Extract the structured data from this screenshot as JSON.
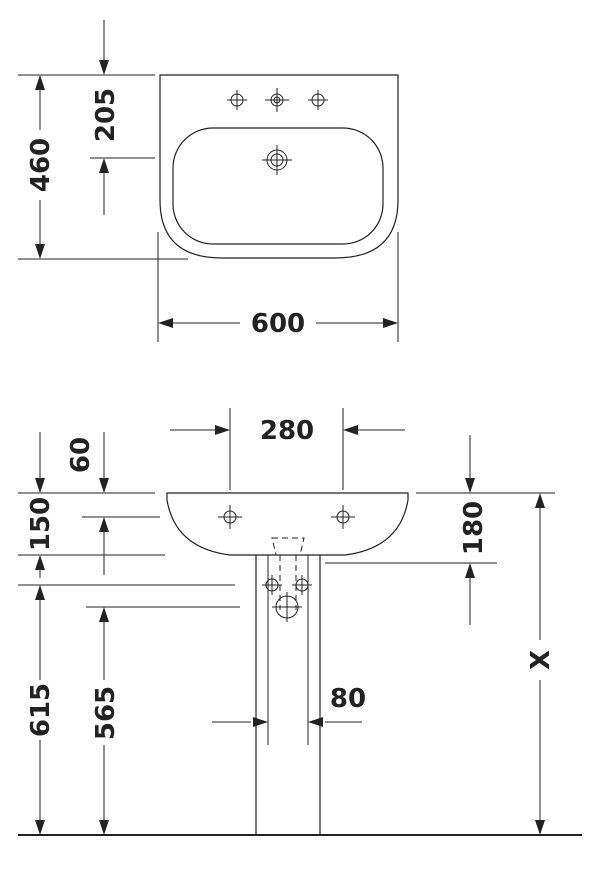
{
  "top_view": {
    "depth_label": "460",
    "tap_offset_label": "205",
    "width_label": "600"
  },
  "front_view": {
    "tap_spacing_label": "280",
    "rim_drop_label": "60",
    "tap_height_label": "150",
    "side_label": "180",
    "height_label": "615",
    "lower_height_label": "565",
    "pedestal_width_label": "80",
    "variable_height_label": "X"
  }
}
